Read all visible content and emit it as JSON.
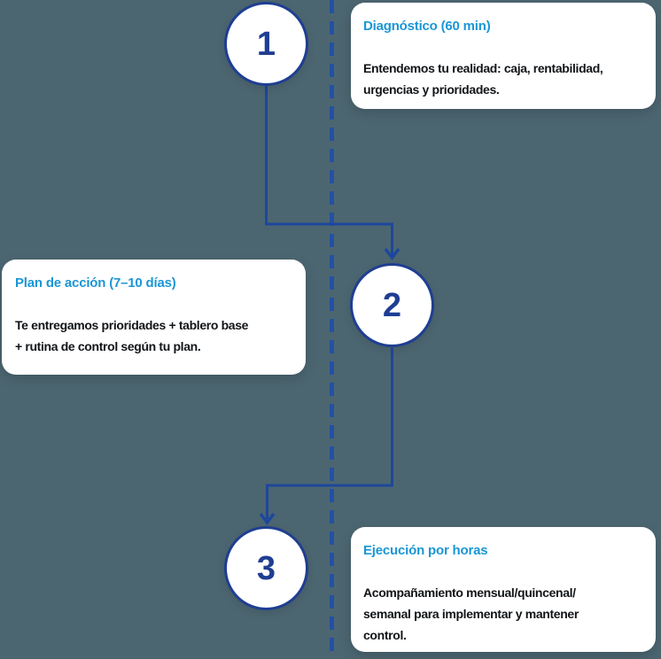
{
  "diagram": {
    "kind": "process-steps-flow",
    "steps": [
      {
        "number": "1",
        "title": "Diagnóstico (60 min)",
        "body_lines": [
          "Entendemos tu realidad: caja, rentabilidad,",
          "urgencias y prioridades."
        ]
      },
      {
        "number": "2",
        "title": "Plan de acción (7–10 días)",
        "body_lines": [
          "Te entregamos prioridades + tablero base",
          "+ rutina de control según tu plan."
        ]
      },
      {
        "number": "3",
        "title": "Ejecución por horas",
        "body_lines": [
          "Acompañamiento mensual/quincenal/",
          "semanal para implementar y mantener",
          "control."
        ]
      }
    ]
  },
  "colors": {
    "background": "#4c6671",
    "connector_line": "#1d479c",
    "dashed_timeline": "#2350a4",
    "circle_border": "#1f3e92",
    "step_number": "#1f3e92",
    "card_background": "#ffffff",
    "card_title": "#1b96d5",
    "card_body": "#111518"
  }
}
